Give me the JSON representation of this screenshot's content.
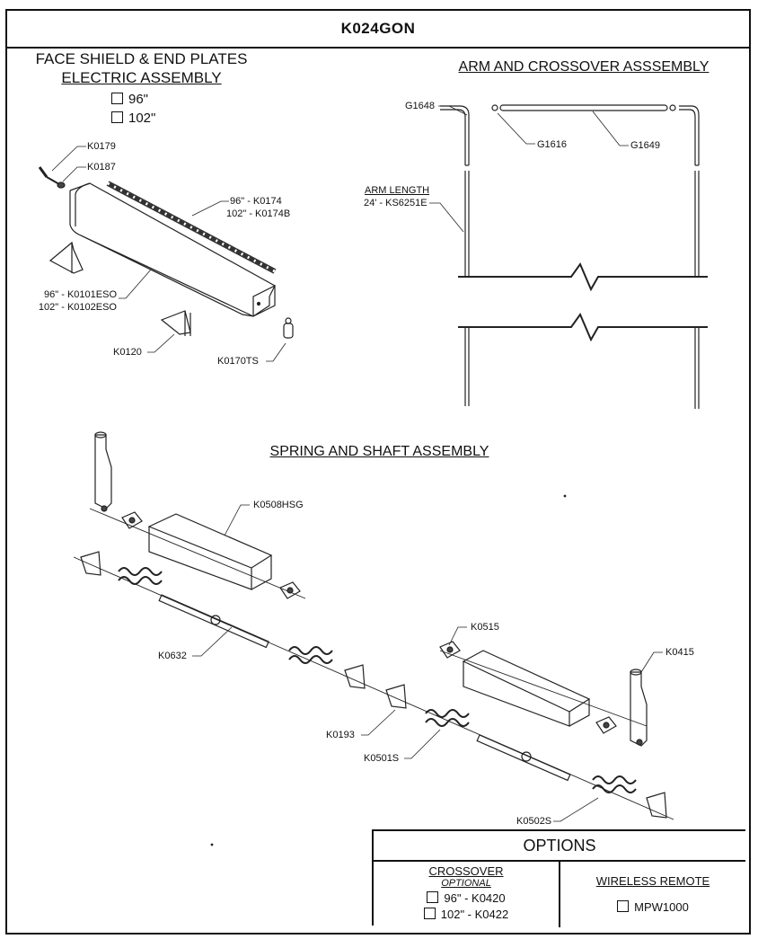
{
  "sheet_title": "K024GON",
  "face_shield": {
    "title_line1": "FACE SHIELD & END PLATES",
    "title_line2": "ELECTRIC ASSEMBLY",
    "options": [
      "96\"",
      "102\""
    ],
    "labels": {
      "k0179": "K0179",
      "k0187": "K0187",
      "k0174": "96\" - K0174",
      "k0174b": "102\" - K0174B",
      "k0101": "96\" - K0101ESO",
      "k0102": "102\" - K0102ESO",
      "k0120": "K0120",
      "k0170": "K0170TS"
    }
  },
  "arm": {
    "title": "ARM AND CROSSOVER ASSSEMBLY",
    "labels": {
      "g1648": "G1648",
      "g1616": "G1616",
      "g1649": "G1649",
      "arm_length": "ARM LENGTH",
      "ks6251e": "24' - KS6251E"
    }
  },
  "spring": {
    "title": "SPRING AND SHAFT ASSEMBLY",
    "labels": {
      "k0508": "K0508HSG",
      "k0632": "K0632",
      "k0515": "K0515",
      "k0415": "K0415",
      "k0193": "K0193",
      "k0501": "K0501S",
      "k0502": "K0502S"
    }
  },
  "options": {
    "title": "OPTIONS",
    "crossover": {
      "heading": "CROSSOVER",
      "subheading": "OPTIONAL",
      "items": [
        "96\" - K0420",
        "102\" - K0422"
      ]
    },
    "wireless": {
      "heading": "WIRELESS REMOTE",
      "items": [
        "MPW1000"
      ]
    }
  }
}
